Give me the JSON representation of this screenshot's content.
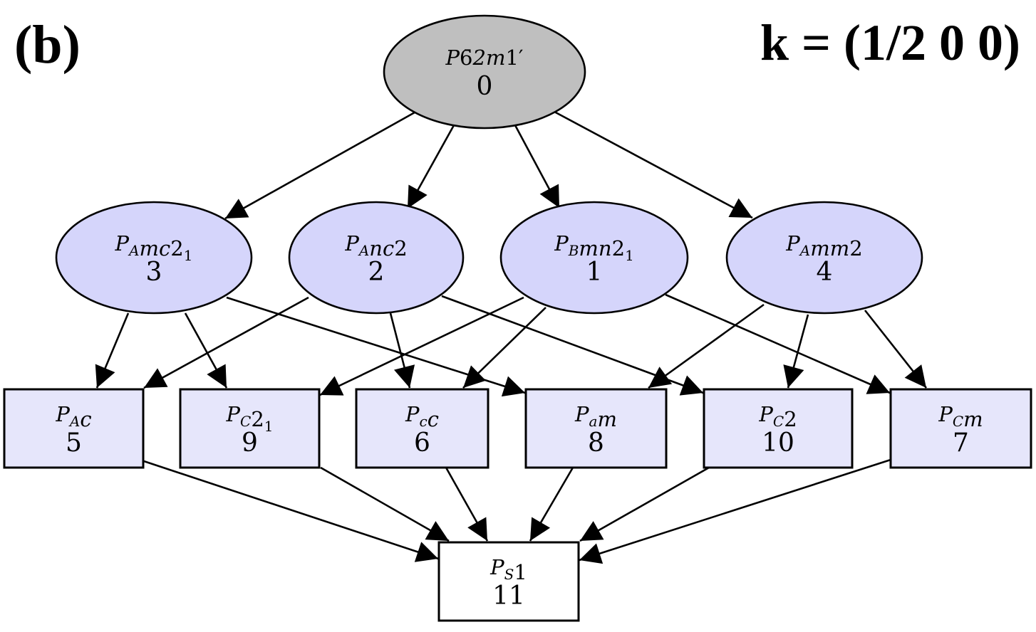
{
  "panel_label": "(b)",
  "k_vector": "k = (1/2 0 0)",
  "colors": {
    "root_fill": "#bfbfbf",
    "ellipse_fill": "#d5d5fb",
    "box_fill": "#e6e6fb",
    "bottom_fill": "#ffffff",
    "stroke": "#000000"
  },
  "nodes": {
    "n0": {
      "parts": [
        [
          "P",
          ""
        ],
        [
          "6̄",
          "up"
        ],
        [
          "2",
          ""
        ],
        [
          "m",
          ""
        ],
        [
          "1′",
          "up"
        ]
      ],
      "number": "0"
    },
    "n3": {
      "parts": [
        [
          "P",
          ""
        ],
        [
          "A",
          "sub"
        ],
        [
          "mc",
          ""
        ],
        [
          "2",
          "up"
        ],
        [
          "1",
          "subup"
        ]
      ],
      "number": "3"
    },
    "n2": {
      "parts": [
        [
          "P",
          ""
        ],
        [
          "A",
          "sub"
        ],
        [
          "nc",
          ""
        ],
        [
          "2",
          "up"
        ]
      ],
      "number": "2"
    },
    "n1": {
      "parts": [
        [
          "P",
          ""
        ],
        [
          "B",
          "sub"
        ],
        [
          "mn",
          ""
        ],
        [
          "2",
          "up"
        ],
        [
          "1",
          "subup"
        ]
      ],
      "number": "1"
    },
    "n4": {
      "parts": [
        [
          "P",
          ""
        ],
        [
          "A",
          "sub"
        ],
        [
          "mm",
          ""
        ],
        [
          "2",
          "up"
        ]
      ],
      "number": "4"
    },
    "n5": {
      "parts": [
        [
          "P",
          ""
        ],
        [
          "A",
          "sub"
        ],
        [
          "c",
          ""
        ]
      ],
      "number": "5"
    },
    "n9": {
      "parts": [
        [
          "P",
          ""
        ],
        [
          "C",
          "sub"
        ],
        [
          "2",
          "up"
        ],
        [
          "1",
          "subup"
        ]
      ],
      "number": "9"
    },
    "n6": {
      "parts": [
        [
          "P",
          ""
        ],
        [
          "c",
          "sub"
        ],
        [
          "c",
          ""
        ]
      ],
      "number": "6"
    },
    "n8": {
      "parts": [
        [
          "P",
          ""
        ],
        [
          "a",
          "sub"
        ],
        [
          "m",
          ""
        ]
      ],
      "number": "8"
    },
    "n10": {
      "parts": [
        [
          "P",
          ""
        ],
        [
          "C",
          "sub"
        ],
        [
          "2",
          "up"
        ]
      ],
      "number": "10"
    },
    "n7": {
      "parts": [
        [
          "P",
          ""
        ],
        [
          "C",
          "sub"
        ],
        [
          "m",
          ""
        ]
      ],
      "number": "7"
    },
    "n11": {
      "parts": [
        [
          "P",
          ""
        ],
        [
          "S",
          "sub"
        ],
        [
          "1",
          "up"
        ]
      ],
      "number": "11"
    }
  },
  "edges": [
    [
      "n0",
      "n3"
    ],
    [
      "n0",
      "n2"
    ],
    [
      "n0",
      "n1"
    ],
    [
      "n0",
      "n4"
    ],
    [
      "n3",
      "n5"
    ],
    [
      "n3",
      "n9"
    ],
    [
      "n3",
      "n8"
    ],
    [
      "n2",
      "n5"
    ],
    [
      "n2",
      "n6"
    ],
    [
      "n2",
      "n10"
    ],
    [
      "n1",
      "n9"
    ],
    [
      "n1",
      "n6"
    ],
    [
      "n1",
      "n7"
    ],
    [
      "n4",
      "n8"
    ],
    [
      "n4",
      "n10"
    ],
    [
      "n4",
      "n7"
    ],
    [
      "n5",
      "n11"
    ],
    [
      "n9",
      "n11"
    ],
    [
      "n6",
      "n11"
    ],
    [
      "n8",
      "n11"
    ],
    [
      "n10",
      "n11"
    ],
    [
      "n7",
      "n11"
    ]
  ]
}
